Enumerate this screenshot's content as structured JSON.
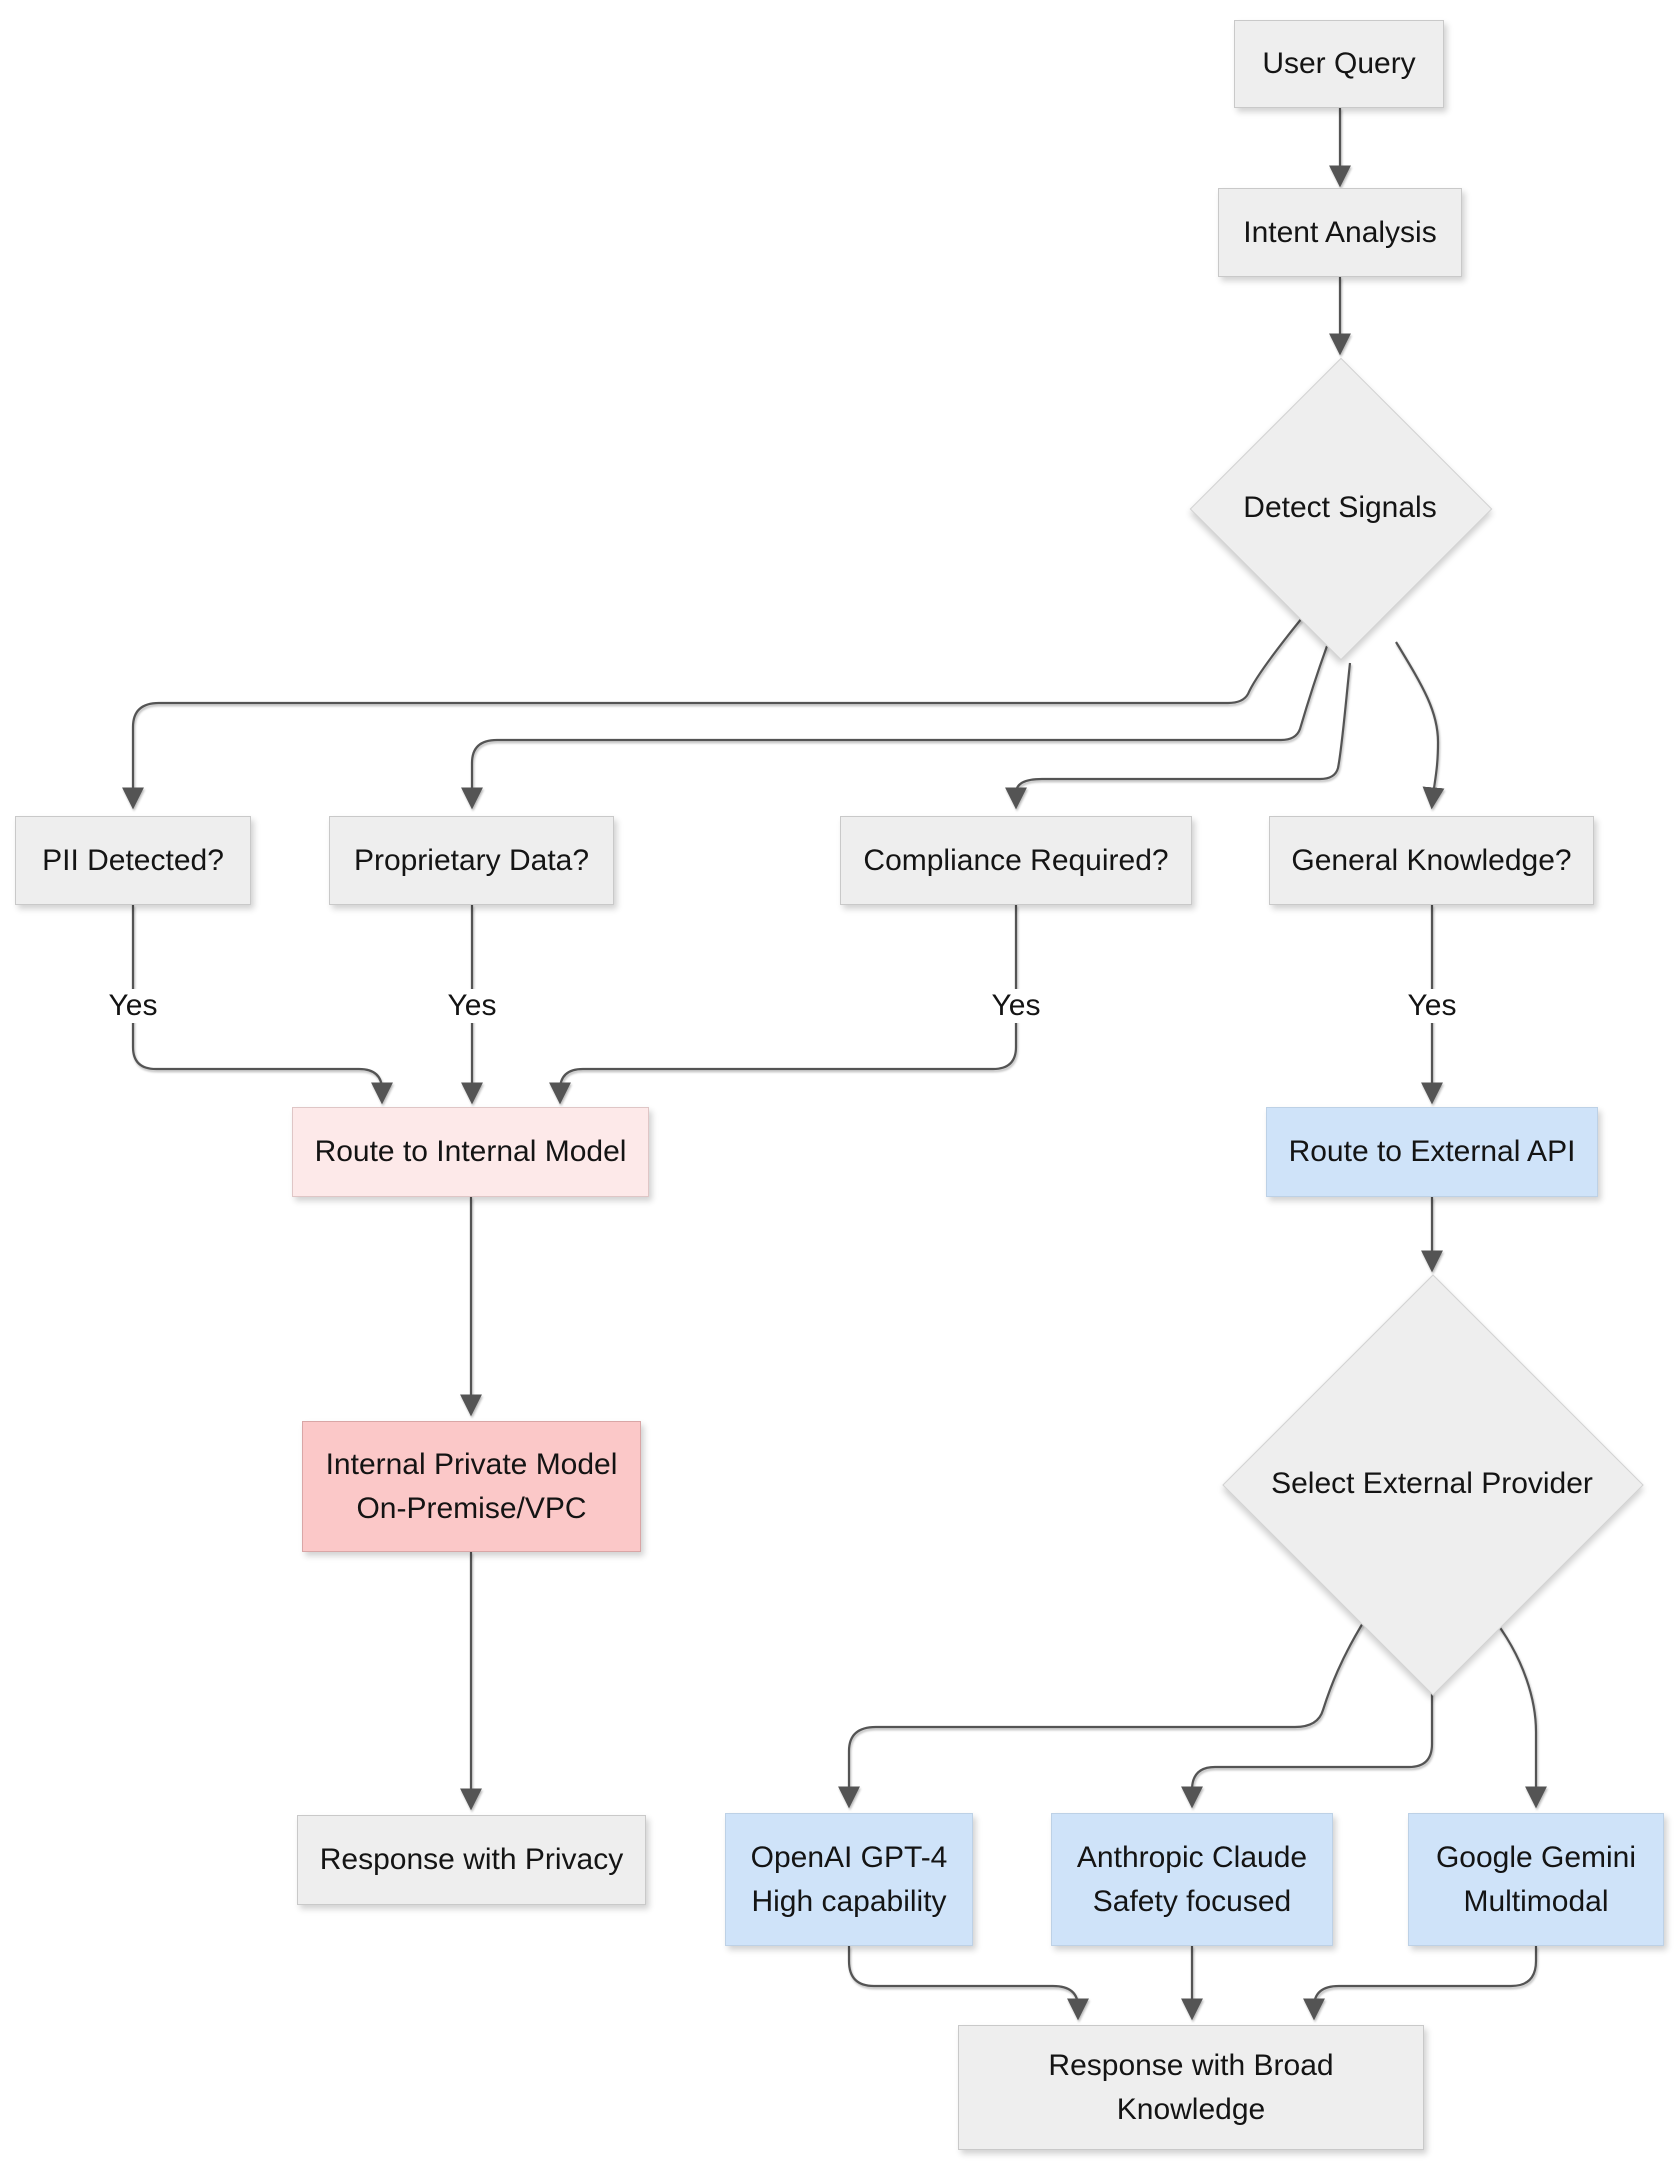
{
  "diagram": {
    "type": "flowchart",
    "background": "#ffffff",
    "colors": {
      "node_fill": "#eeeeee",
      "node_border": "#c9c9c9",
      "internal_route_fill": "#fde9e9",
      "internal_model_fill": "#fbc8c8",
      "external_fill": "#cfe3f9",
      "edge_stroke": "#545454",
      "text": "#141414"
    },
    "nodes": {
      "user_query": {
        "label": "User Query"
      },
      "intent_analysis": {
        "label": "Intent Analysis"
      },
      "detect_signals": {
        "label": "Detect Signals"
      },
      "pii": {
        "label": "PII Detected?"
      },
      "proprietary": {
        "label": "Proprietary Data?"
      },
      "compliance": {
        "label": "Compliance Required?"
      },
      "general": {
        "label": "General Knowledge?"
      },
      "route_internal": {
        "label": "Route to Internal Model"
      },
      "route_external": {
        "label": "Route to External API"
      },
      "internal_private": {
        "line1": "Internal Private Model",
        "line2": "On-Premise/VPC"
      },
      "select_provider": {
        "label": "Select External Provider"
      },
      "response_privacy": {
        "label": "Response with Privacy"
      },
      "openai": {
        "line1": "OpenAI GPT-4",
        "line2": "High capability"
      },
      "anthropic": {
        "line1": "Anthropic Claude",
        "line2": "Safety focused"
      },
      "google": {
        "line1": "Google Gemini",
        "line2": "Multimodal"
      },
      "response_broad": {
        "line1": "Response with Broad",
        "line2": "Knowledge"
      }
    },
    "edge_labels": {
      "pii_yes": "Yes",
      "proprietary_yes": "Yes",
      "compliance_yes": "Yes",
      "general_yes": "Yes"
    }
  }
}
